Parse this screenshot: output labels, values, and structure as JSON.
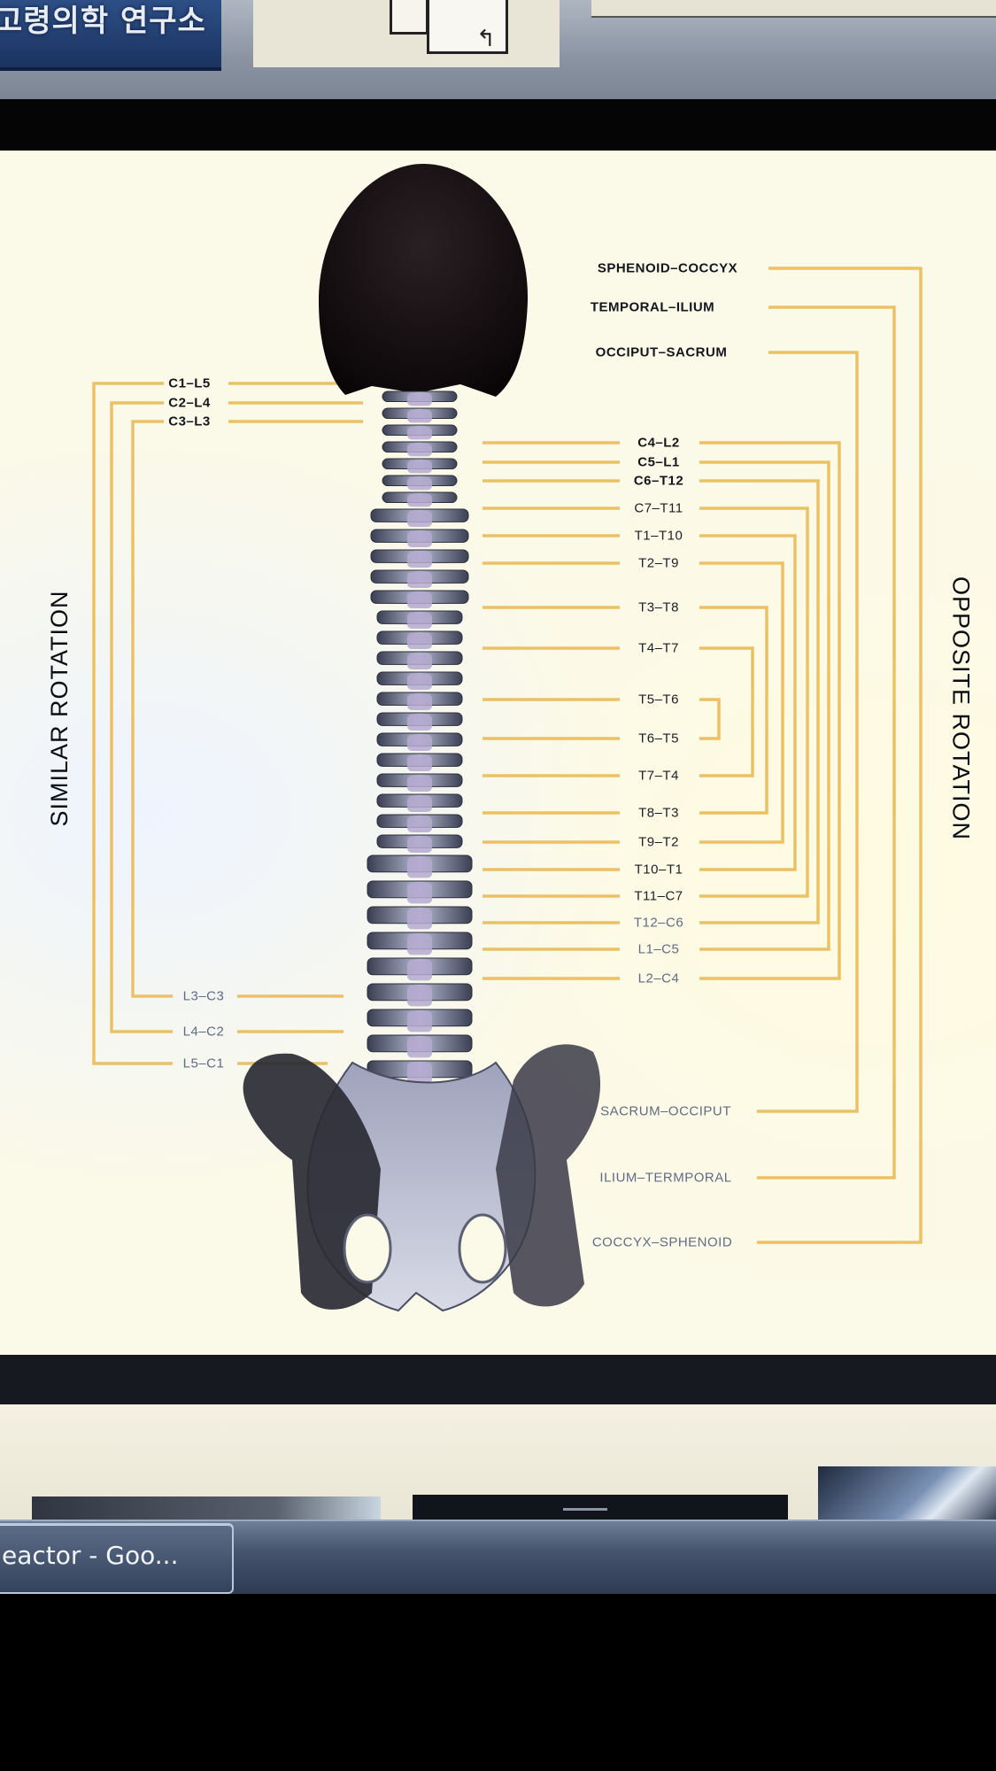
{
  "top_banner": {
    "text": "고령의학 연구소"
  },
  "diagram": {
    "left_title": "SIMILAR ROTATION",
    "right_title": "OPPOSITE ROTATION",
    "similar_upper": [
      "C1–L5",
      "C2–L4",
      "C3–L3"
    ],
    "similar_lower": [
      "L3–C3",
      "L4–C2",
      "L5–C1"
    ],
    "opposite_cranial": [
      "SPHENOID–COCCYX",
      "TEMPORAL–ILIUM",
      "OCCIPUT–SACRUM"
    ],
    "opposite_spinal": [
      "C4–L2",
      "C5–L1",
      "C6–T12",
      "C7–T11",
      "T1–T10",
      "T2–T9",
      "T3–T8",
      "T4–T7",
      "T5–T6",
      "T6–T5",
      "T7–T4",
      "T8–T3",
      "T9–T2",
      "T10–T1",
      "T11–C7",
      "T12–C6",
      "L1–C5",
      "L2–C4"
    ],
    "opposite_pelvic": [
      "SACRUM–OCCIPUT",
      "ILIUM–TERMPORAL",
      "COCCYX–SPHENOID"
    ],
    "line_color": "#e3a62b"
  },
  "taskbar": {
    "active_tab": "eactor - Goo..."
  }
}
